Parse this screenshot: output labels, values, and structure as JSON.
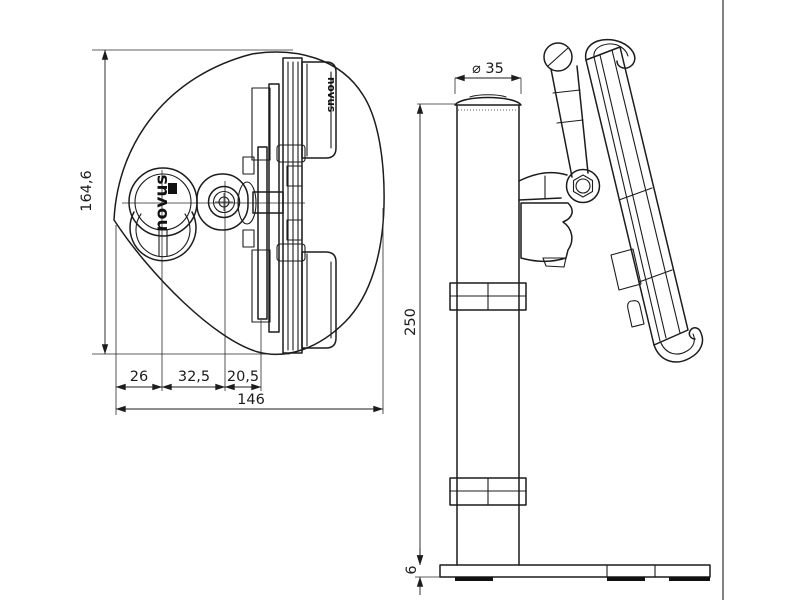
{
  "page": {
    "background": "#ffffff",
    "line_color": "#1c1c1c",
    "description": "Technical dimension drawing of a novus tablet stand, top view and side view"
  },
  "dims": {
    "top_height": "164,6",
    "seg1": "26",
    "seg2": "32,5",
    "seg3": "20,5",
    "total_width": "146",
    "diameter": "⌀ 35",
    "post_height": "250",
    "base_thickness": "6"
  },
  "logos": {
    "knob": "novus",
    "pad": "novus"
  }
}
